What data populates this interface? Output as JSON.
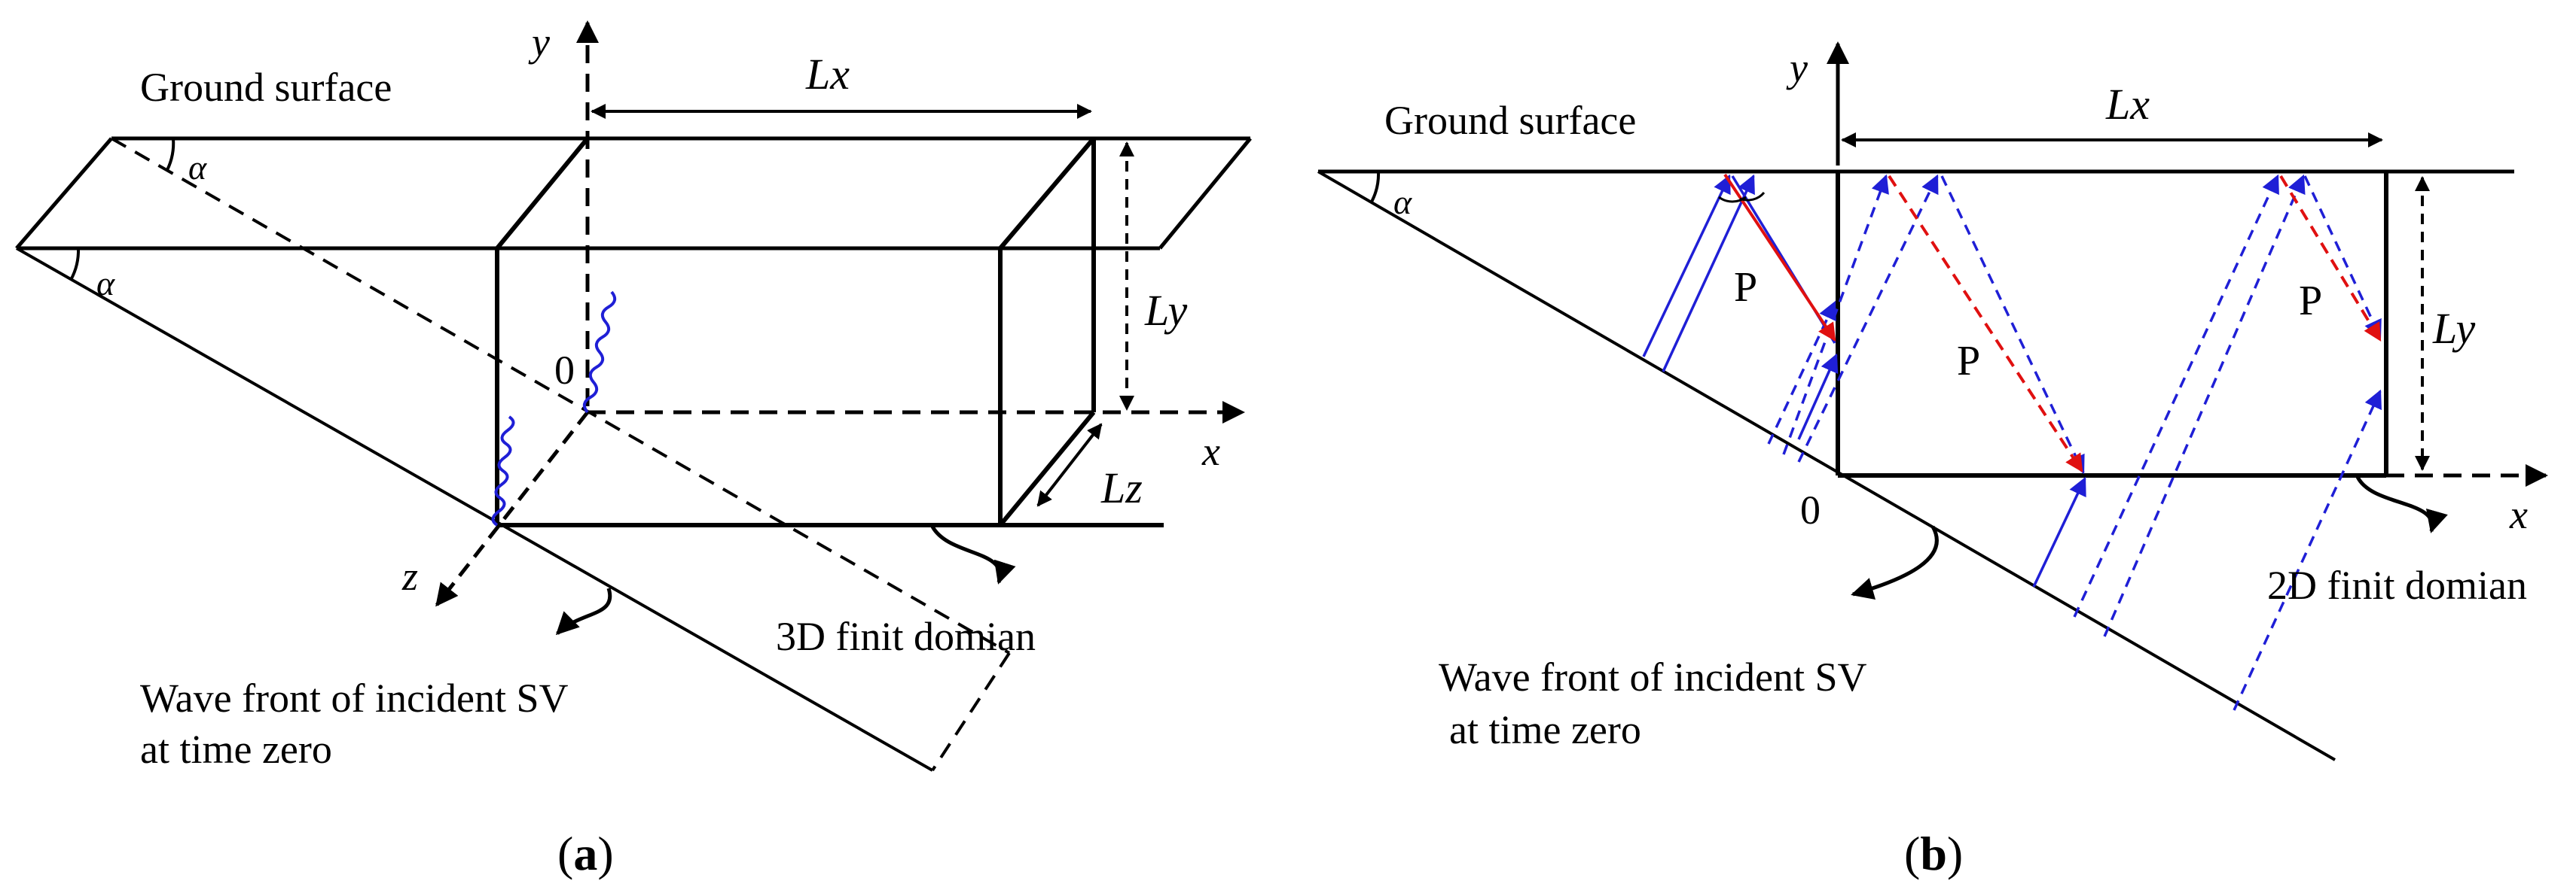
{
  "panel_a": {
    "ground_surface": "Ground surface",
    "alpha_top": "α",
    "alpha_left": "α",
    "y_axis": "y",
    "x_axis": "x",
    "z_axis": "z",
    "origin": "0",
    "lx": "Lx",
    "ly": "Ly",
    "lz": "Lz",
    "domain_label": "3D finit domian",
    "wave_front_line1": "Wave front of incident SV",
    "wave_front_line2": "at time zero",
    "caption_open": "(",
    "caption_letter": "a",
    "caption_close": ")"
  },
  "panel_b": {
    "ground_surface": "Ground surface",
    "alpha": "α",
    "y_axis": "y",
    "x_axis": "x",
    "origin": "0",
    "lx": "Lx",
    "ly": "Ly",
    "p1": "P",
    "p2": "P",
    "p3": "P",
    "domain_label": "2D finit domian",
    "wave_front_line1": "Wave front of incident SV",
    "wave_front_line2": "at time zero",
    "caption_open": "(",
    "caption_letter": "b",
    "caption_close": ")"
  },
  "colors": {
    "line": "#000000",
    "incident_wave": "#1f1fd6",
    "reflected_p": "#e01010"
  }
}
